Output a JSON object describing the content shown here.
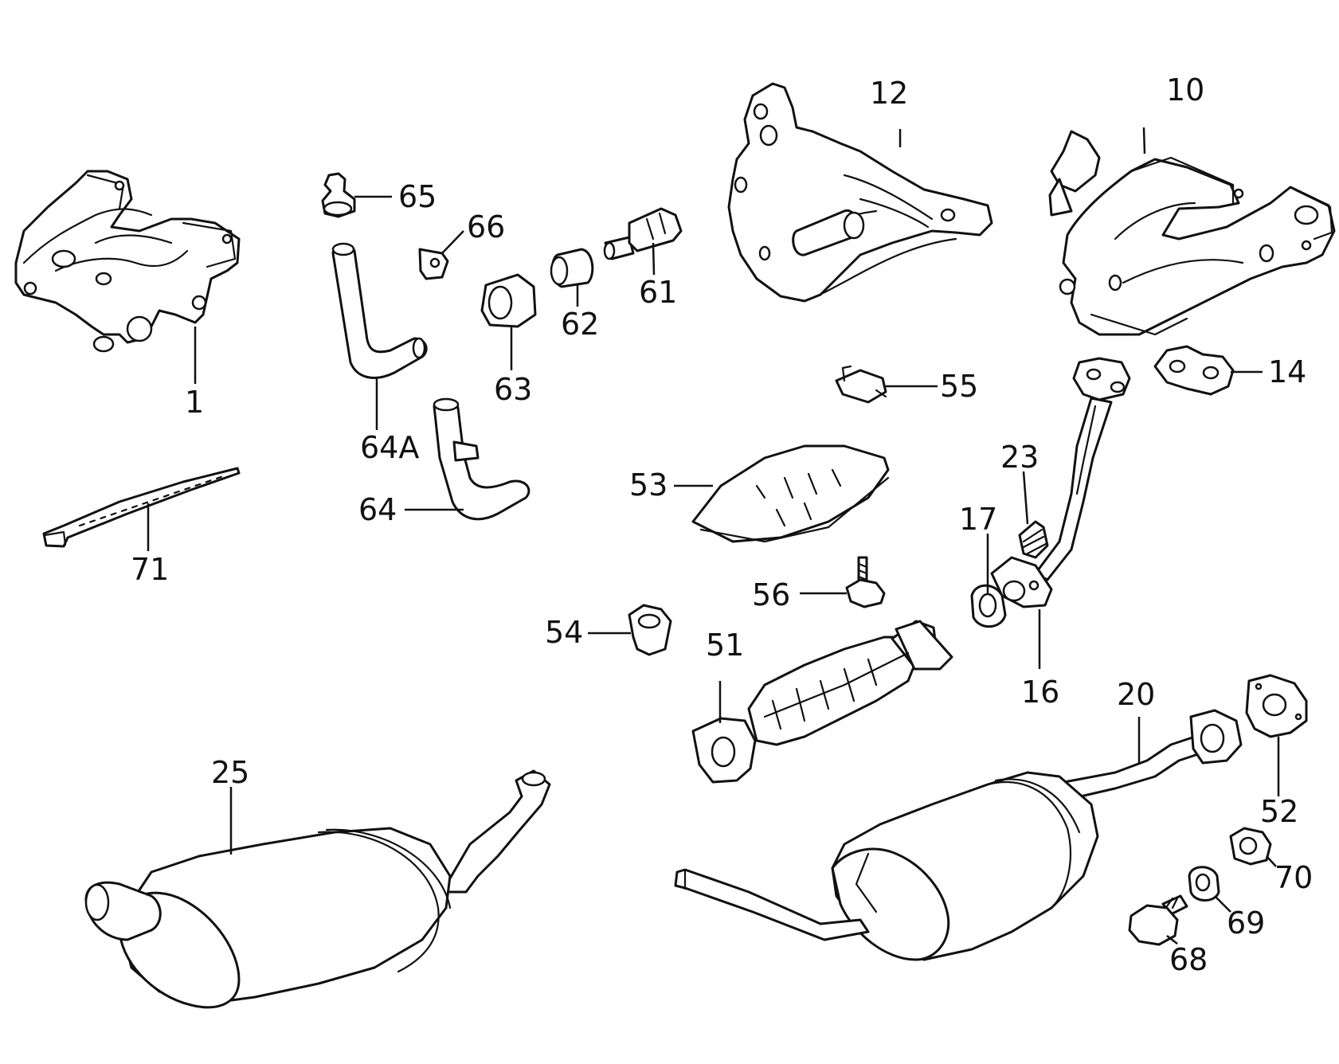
{
  "parts": [
    {
      "id": "p1",
      "label": "1"
    },
    {
      "id": "p10",
      "label": "10"
    },
    {
      "id": "p12",
      "label": "12"
    },
    {
      "id": "p14",
      "label": "14"
    },
    {
      "id": "p16",
      "label": "16"
    },
    {
      "id": "p17",
      "label": "17"
    },
    {
      "id": "p20",
      "label": "20"
    },
    {
      "id": "p23",
      "label": "23"
    },
    {
      "id": "p25",
      "label": "25"
    },
    {
      "id": "p51",
      "label": "51"
    },
    {
      "id": "p52",
      "label": "52"
    },
    {
      "id": "p53",
      "label": "53"
    },
    {
      "id": "p54",
      "label": "54"
    },
    {
      "id": "p55",
      "label": "55"
    },
    {
      "id": "p56",
      "label": "56"
    },
    {
      "id": "p61",
      "label": "61"
    },
    {
      "id": "p62",
      "label": "62"
    },
    {
      "id": "p63",
      "label": "63"
    },
    {
      "id": "p64",
      "label": "64"
    },
    {
      "id": "p64a",
      "label": "64A"
    },
    {
      "id": "p65",
      "label": "65"
    },
    {
      "id": "p66",
      "label": "66"
    },
    {
      "id": "p68",
      "label": "68"
    },
    {
      "id": "p69",
      "label": "69"
    },
    {
      "id": "p70",
      "label": "70"
    },
    {
      "id": "p71",
      "label": "71"
    }
  ]
}
